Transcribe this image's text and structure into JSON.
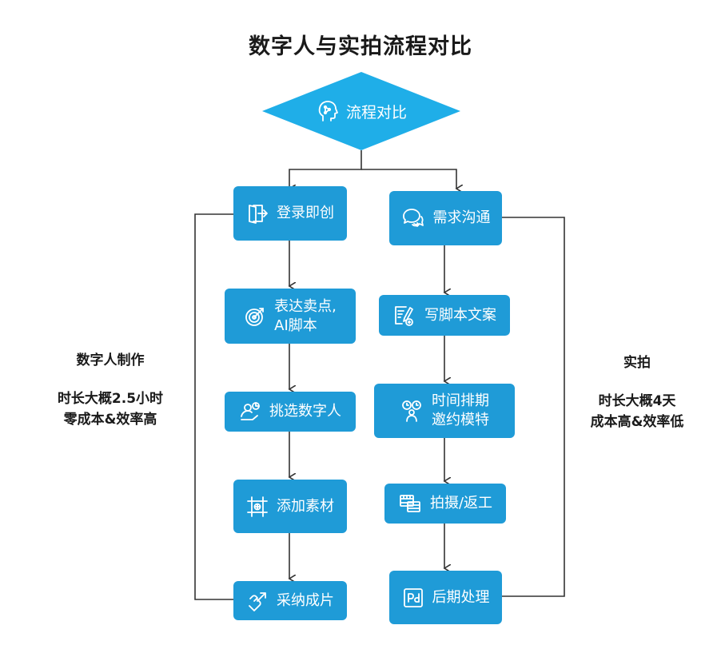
{
  "title": "数字人与实拍流程对比",
  "colors": {
    "node_fill": "#1f9bd7",
    "diamond_fill": "#1faee8",
    "connector": "#333333",
    "text_on_node": "#ffffff"
  },
  "top": {
    "label": "流程对比",
    "icon": "ai-head-icon"
  },
  "left_flow": {
    "nodes": [
      {
        "label": "登录即创",
        "icon": "login-door-icon"
      },
      {
        "label": "表达卖点,",
        "label2": "AI脚本",
        "icon": "target-icon"
      },
      {
        "label": "挑选数字人",
        "icon": "person-select-icon"
      },
      {
        "label": "添加素材",
        "icon": "frame-add-icon"
      },
      {
        "label": "采纳成片",
        "icon": "export-hand-icon"
      }
    ]
  },
  "right_flow": {
    "nodes": [
      {
        "label": "需求沟通",
        "icon": "chat-bubbles-icon"
      },
      {
        "label": "写脚本文案",
        "icon": "script-writing-icon"
      },
      {
        "label": "时间排期",
        "label2": "邀约模特",
        "icon": "schedule-person-icon"
      },
      {
        "label": "拍摄/返工",
        "icon": "film-icon"
      },
      {
        "label": "后期处理",
        "icon": "pd-file-icon"
      }
    ]
  },
  "left_note": {
    "heading": "数字人制作",
    "line1": "时长大概2.5小时",
    "line2": "零成本&效率高"
  },
  "right_note": {
    "heading": "实拍",
    "line1": "时长大概4天",
    "line2": "成本高&效率低"
  }
}
